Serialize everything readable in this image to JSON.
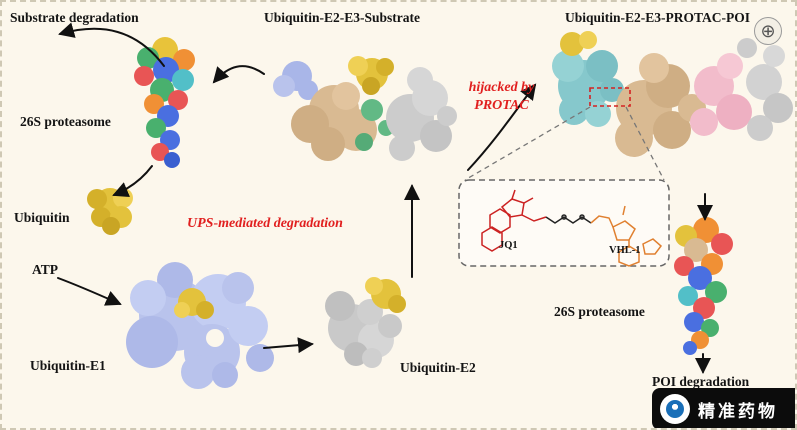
{
  "labels": {
    "substrate_degradation": "Substrate degradation",
    "complex_title": "Ubiquitin-E2-E3-Substrate",
    "protac_title": "Ubiquitin-E2-E3-PROTAC-POI",
    "proteasome_top": "26S proteasome",
    "ubiquitin": "Ubiquitin",
    "atp": "ATP",
    "e1": "Ubiquitin-E1",
    "e2": "Ubiquitin-E2",
    "ups": "UPS-mediated degradation",
    "hijacked_1": "hijacked by",
    "hijacked_2": "PROTAC",
    "jq1": "JQ1",
    "vhl1": "VHL-1",
    "proteasome_bottom": "26S proteasome",
    "poi_degradation": "POI degradation"
  },
  "watermark": {
    "text": "精准药物"
  },
  "icons": {
    "zoom_glyph": "⊕"
  },
  "colors": {
    "background": "#fcf7ec",
    "accent_red": "#e11f1f",
    "ubiquitin_yellow": "#e3c23c",
    "e1_lavender": "#b9c3ec",
    "e2_gray": "#c9c9c9",
    "e3_tan": "#d9ba92",
    "protac_teal": "#86c8cc",
    "protac_pink": "#f2bccb",
    "jq1_red": "#cc2222",
    "vhl1_orange": "#e08030"
  }
}
